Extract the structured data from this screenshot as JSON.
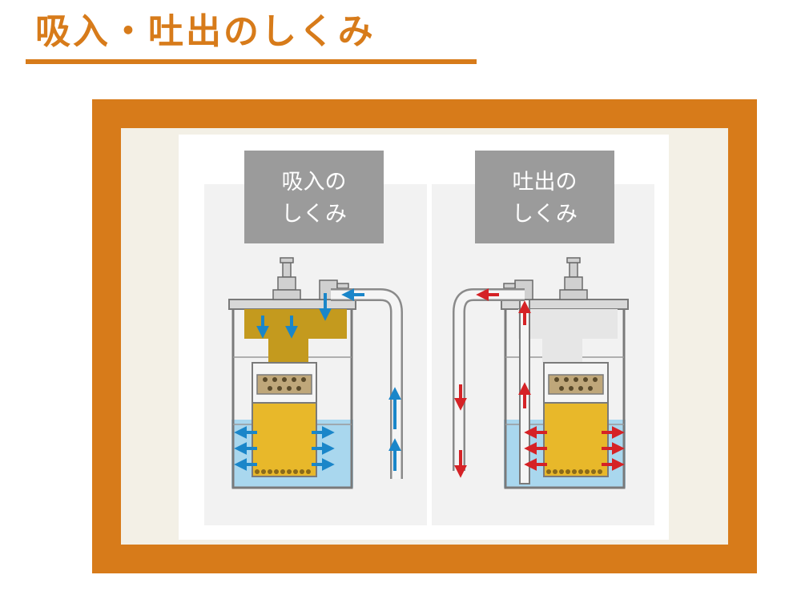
{
  "page": {
    "title": "吸入・吐出のしくみ"
  },
  "panels": [
    {
      "id": "suction",
      "label_line1": "吸入の",
      "label_line2": "しくみ"
    },
    {
      "id": "discharge",
      "label_line1": "吐出の",
      "label_line2": "しくみ"
    }
  ],
  "colors": {
    "accent_orange": "#d77b1a",
    "frame_inner": "#f3f0e6",
    "label_box": "#9b9b9b",
    "water": "#a9d7ee",
    "oil": "#e8b82a",
    "sludge": "#c49a1e",
    "suction_arrow": "#1a86c9",
    "discharge_arrow": "#d52226"
  },
  "icons": [
    "arrow-down-icon",
    "arrow-up-icon",
    "arrow-left-icon",
    "arrow-right-icon",
    "valve-icon"
  ]
}
